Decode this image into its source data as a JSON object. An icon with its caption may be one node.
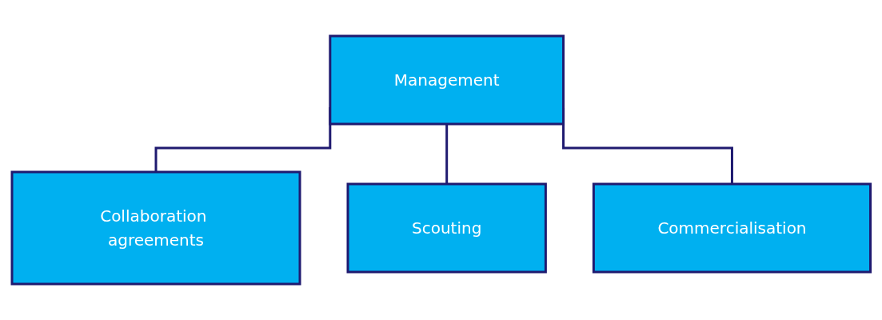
{
  "diagram": {
    "nodes": [
      {
        "text": [
          "Management"
        ]
      },
      {
        "text": [
          "Collaboration agreements"
        ]
      },
      {
        "text": [
          "Scouting"
        ]
      },
      {
        "text": [
          "Commercialisation"
        ]
      }
    ],
    "edges": [
      {
        "from": 0,
        "to": 1,
        "arrow": "none"
      },
      {
        "from": 0,
        "to": 2,
        "arrow": "none"
      },
      {
        "from": 0,
        "to": 3,
        "arrow": "none"
      }
    ]
  }
}
